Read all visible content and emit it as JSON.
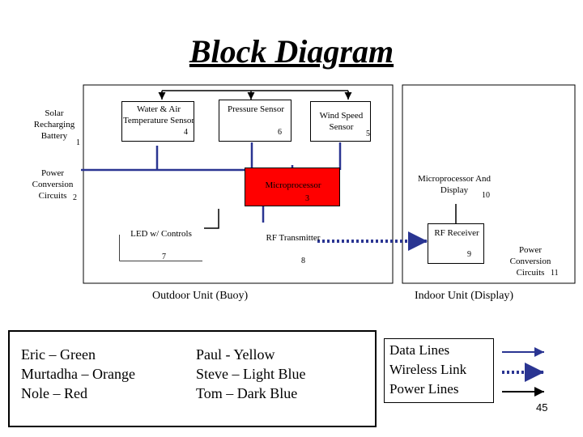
{
  "title": "Block Diagram",
  "blocks": {
    "solar": {
      "label": "Solar Recharging Battery",
      "num": "1"
    },
    "power_outdoor": {
      "label": "Power Conversion Circuits",
      "num": "2"
    },
    "micro_outdoor": {
      "label": "Microprocessor",
      "num": "3"
    },
    "water_air": {
      "label": "Water & Air Temperature Sensor",
      "num": "4"
    },
    "pressure": {
      "label": "Pressure Sensor",
      "num": "6"
    },
    "wind": {
      "label": "Wind Speed Sensor",
      "num": "5"
    },
    "led": {
      "label": "LED w/ Controls",
      "num": "7"
    },
    "rf_tx": {
      "label": "RF Transmitter",
      "num": "8"
    },
    "micro_indoor": {
      "label": "Microprocessor And Display",
      "num": "10"
    },
    "rf_rx": {
      "label": "RF Receiver",
      "num": "9"
    },
    "power_indoor": {
      "label": "Power Conversion Circuits",
      "num": "11"
    }
  },
  "sections": {
    "outdoor": "Outdoor Unit (Buoy)",
    "indoor": "Indoor Unit (Display)"
  },
  "team": {
    "left": [
      "Eric – Green",
      "Murtadha – Orange",
      "Nole – Red"
    ],
    "right": [
      "Paul - Yellow",
      "Steve – Light Blue",
      "Tom – Dark Blue"
    ]
  },
  "legend": {
    "items": [
      "Data Lines",
      "Wireless Link",
      "Power Lines"
    ],
    "colors": {
      "data": "#2a3592",
      "power": "#000000"
    }
  },
  "page_number": "45"
}
